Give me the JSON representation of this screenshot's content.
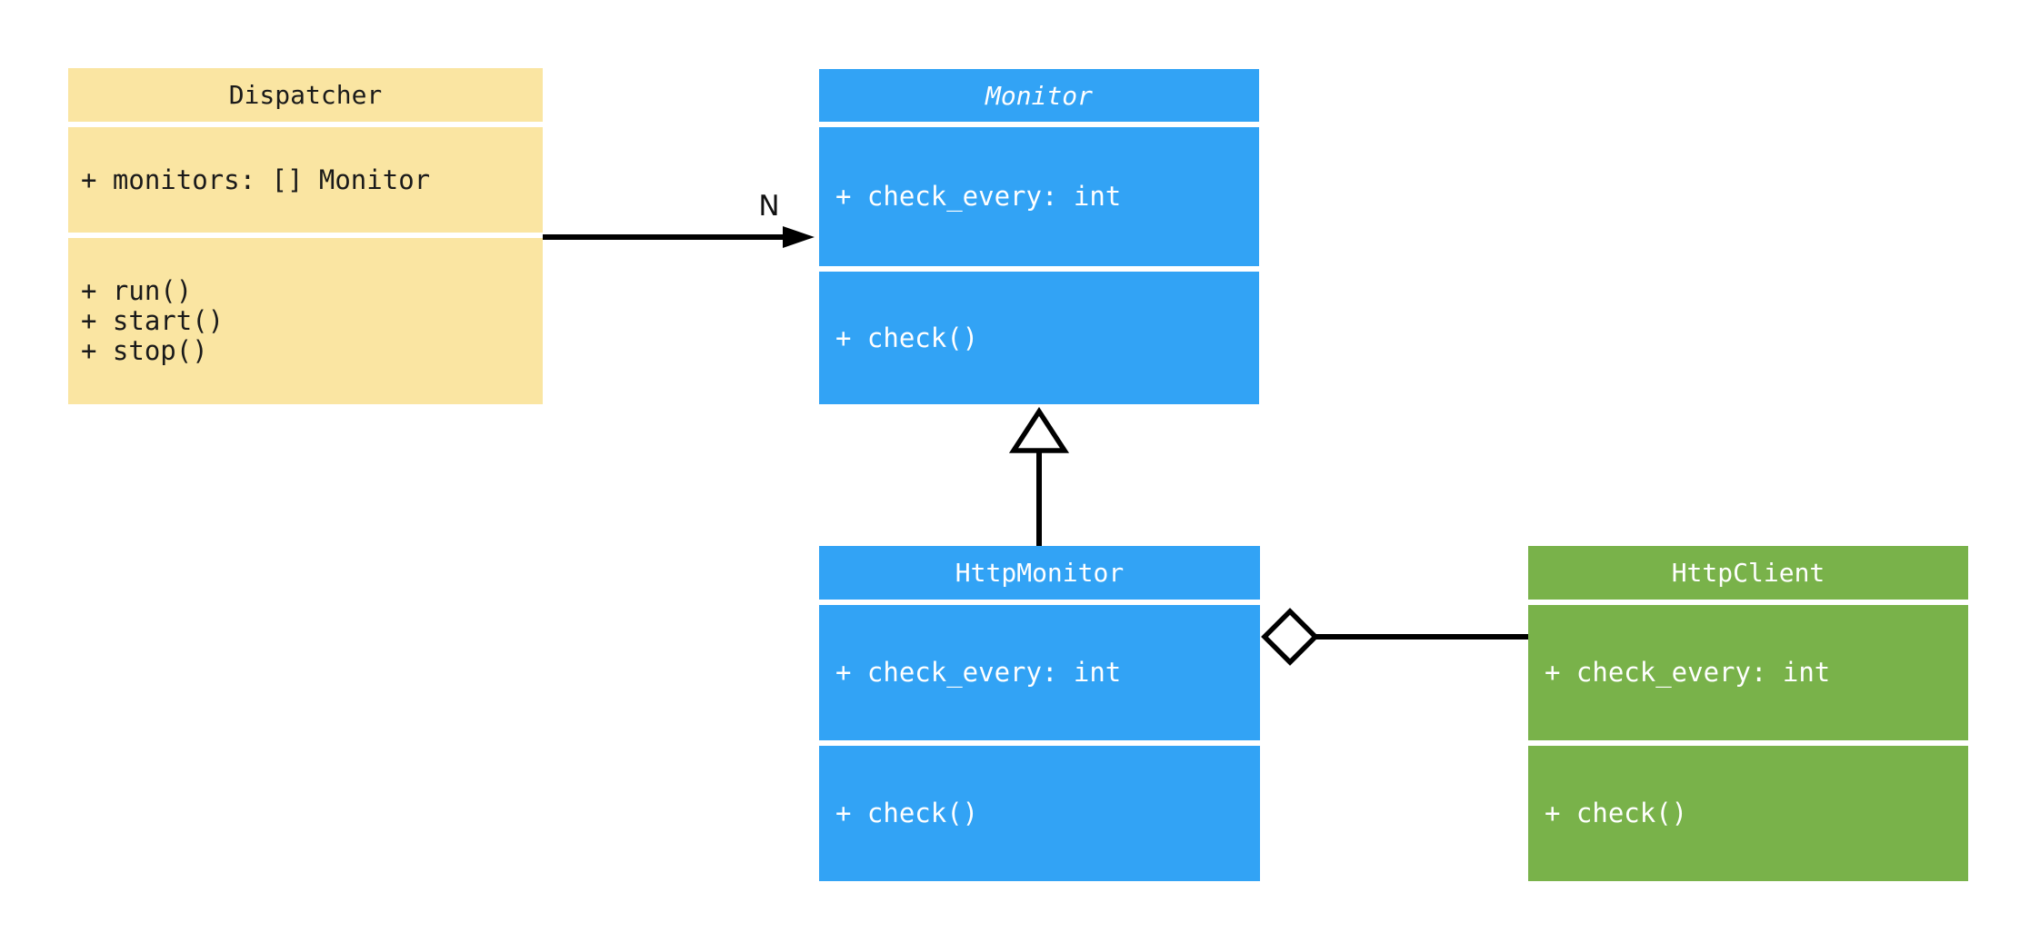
{
  "diagram": {
    "kind": "uml-class-diagram",
    "background_color": "#ffffff",
    "line_color": "#000000",
    "classes": [
      {
        "id": "dispatcher",
        "name": "Dispatcher",
        "abstract": false,
        "fill": "#fae5a2",
        "text_color": "#1a1a1a",
        "attributes": [
          "+ monitors: [] Monitor"
        ],
        "methods": [
          "+ run()",
          "+ start()",
          "+ stop()"
        ]
      },
      {
        "id": "monitor",
        "name": "Monitor",
        "abstract": true,
        "fill": "#32a3f5",
        "text_color": "#ffffff",
        "attributes": [
          "+ check_every: int"
        ],
        "methods": [
          "+ check()"
        ]
      },
      {
        "id": "httpmonitor",
        "name": "HttpMonitor",
        "abstract": false,
        "fill": "#32a3f5",
        "text_color": "#ffffff",
        "attributes": [
          "+ check_every: int"
        ],
        "methods": [
          "+ check()"
        ]
      },
      {
        "id": "httpclient",
        "name": "HttpClient",
        "abstract": false,
        "fill": "#79b24a",
        "text_color": "#ffffff",
        "attributes": [
          "+ check_every: int"
        ],
        "methods": [
          "+ check()"
        ]
      }
    ],
    "relationships": [
      {
        "type": "directed-association",
        "from": "Dispatcher",
        "to": "Monitor",
        "label": "N",
        "arrowhead": "solid-triangle"
      },
      {
        "type": "inheritance",
        "from": "HttpMonitor",
        "to": "Monitor",
        "label": "",
        "arrowhead": "hollow-triangle"
      },
      {
        "type": "aggregation",
        "from": "HttpMonitor",
        "to": "HttpClient",
        "label": "",
        "arrowhead": "hollow-diamond"
      }
    ]
  }
}
